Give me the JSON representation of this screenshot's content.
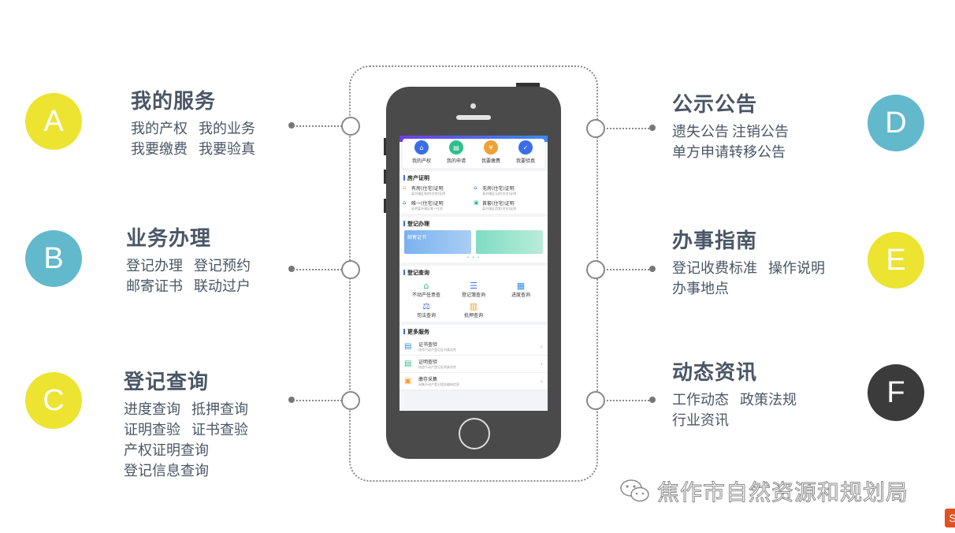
{
  "left": [
    {
      "letter": "A",
      "title": "我的服务",
      "lines": [
        [
          "我的产权",
          "我的业务"
        ],
        [
          "我要缴费",
          "我要验真"
        ]
      ]
    },
    {
      "letter": "B",
      "title": "业务办理",
      "lines": [
        [
          "登记办理",
          "登记预约"
        ],
        [
          "邮寄证书",
          "联动过户"
        ]
      ]
    },
    {
      "letter": "C",
      "title": "登记查询",
      "lines": [
        [
          "进度查询",
          "抵押查询"
        ],
        [
          "证明查验",
          "证书查验"
        ],
        [
          "产权证明查询"
        ],
        [
          "登记信息查询"
        ]
      ]
    }
  ],
  "right": [
    {
      "letter": "D",
      "title": "公示公告",
      "lines": [
        [
          "遗失公告",
          "注销公告"
        ],
        [
          "单方申请转移公告"
        ]
      ]
    },
    {
      "letter": "E",
      "title": "办事指南",
      "lines": [
        [
          "登记收费标准",
          "操作说明"
        ],
        [
          "办事地点"
        ]
      ]
    },
    {
      "letter": "F",
      "title": "动态资讯",
      "lines": [
        [
          "工作动态",
          "政策法规"
        ],
        [
          "行业资讯"
        ]
      ]
    }
  ],
  "phone": {
    "quick": [
      {
        "label": "我的产权",
        "icon": "house-icon",
        "color": "#3a6ee8"
      },
      {
        "label": "我的申请",
        "icon": "document-icon",
        "color": "#2fbf8f"
      },
      {
        "label": "我要缴费",
        "icon": "payment-icon",
        "color": "#f0a135"
      },
      {
        "label": "我要验真",
        "icon": "verify-icon",
        "color": "#3a6ee8"
      }
    ],
    "certs": {
      "title": "房产证明",
      "items": [
        {
          "label": "有房(住宅)证明",
          "sub": "某市辖区有房(住宅)证明",
          "icon": "house-icon"
        },
        {
          "label": "无房(住宅)证明",
          "sub": "某市辖区无房(住宅)证明",
          "icon": "house-icon"
        },
        {
          "label": "唯一(住宅)证明",
          "sub": "证明某市辖区唯一住宅",
          "icon": "house-icon"
        },
        {
          "label": "首套(住宅)证明",
          "sub": "某市辖区首套(住宅)证明",
          "icon": "card-icon"
        }
      ]
    },
    "register": {
      "title": "登记办理",
      "banner1": "邮寄证书",
      "banner2": "",
      "pager": "• • •"
    },
    "query": {
      "title": "登记查询",
      "items": [
        {
          "label": "不动产任意查",
          "icon": "house-icon"
        },
        {
          "label": "登记簿查询",
          "icon": "list-icon"
        },
        {
          "label": "进度查询",
          "icon": "progress-icon"
        },
        {
          "label": "司法查询",
          "icon": "scale-icon"
        },
        {
          "label": "抵押查询",
          "icon": "mortgage-icon"
        }
      ]
    },
    "more": {
      "title": "更多服务",
      "items": [
        {
          "label": "证书查验",
          "sub": "核验不动产登记证书真实性",
          "icon": "certificate-icon"
        },
        {
          "label": "证明查验",
          "sub": "核验不动产登记证明真实性",
          "icon": "proof-icon"
        },
        {
          "label": "缴存采集",
          "sub": "采集不动产登记相关缴纳信息",
          "icon": "collect-icon"
        }
      ]
    }
  },
  "watermark": {
    "text": "焦作市自然资源和规划局",
    "icon": "wechat-icon"
  },
  "colors": {
    "yellow": "#ece430",
    "blue": "#62b9cc",
    "dark": "#3b3b3b"
  }
}
